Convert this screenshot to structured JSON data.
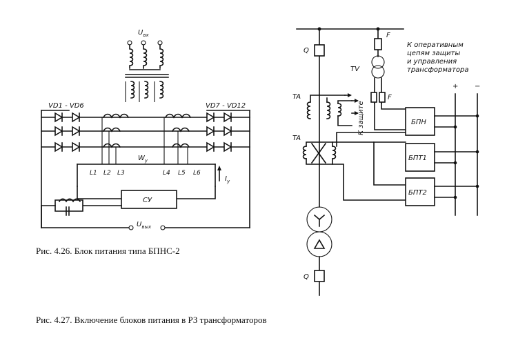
{
  "fig426": {
    "caption": "Рис. 4.26. Блок питания типа БПНС-2",
    "labels": {
      "u_in": "U",
      "u_in_sub": "вх",
      "vd_left": "VD1 - VD6",
      "vd_right": "VD7 - VD12",
      "wy": "W",
      "wy_sub": "y",
      "l1": "L1",
      "l2": "L2",
      "l3": "L3",
      "l4": "L4",
      "l5": "L5",
      "l6": "L6",
      "iy": "I",
      "iy_sub": "y",
      "su": "СУ",
      "u_out": "U",
      "u_out_sub": "вых"
    }
  },
  "fig427": {
    "caption": "Рис. 4.27. Включение блоков питания в РЗ трансформаторов",
    "labels": {
      "q_top": "Q",
      "q_bottom": "Q",
      "f1": "F",
      "f2": "F",
      "tv": "TV",
      "ta1": "TA",
      "ta2": "TA",
      "to_protection": "К защите",
      "note_1": "К оперативным",
      "note_2": "цепям защиты",
      "note_3": "и управления",
      "note_4": "трансформатора",
      "plus": "+",
      "minus": "−",
      "bpn": "БПН",
      "bpt1": "БПТ1",
      "bpt2": "БПТ2"
    }
  }
}
